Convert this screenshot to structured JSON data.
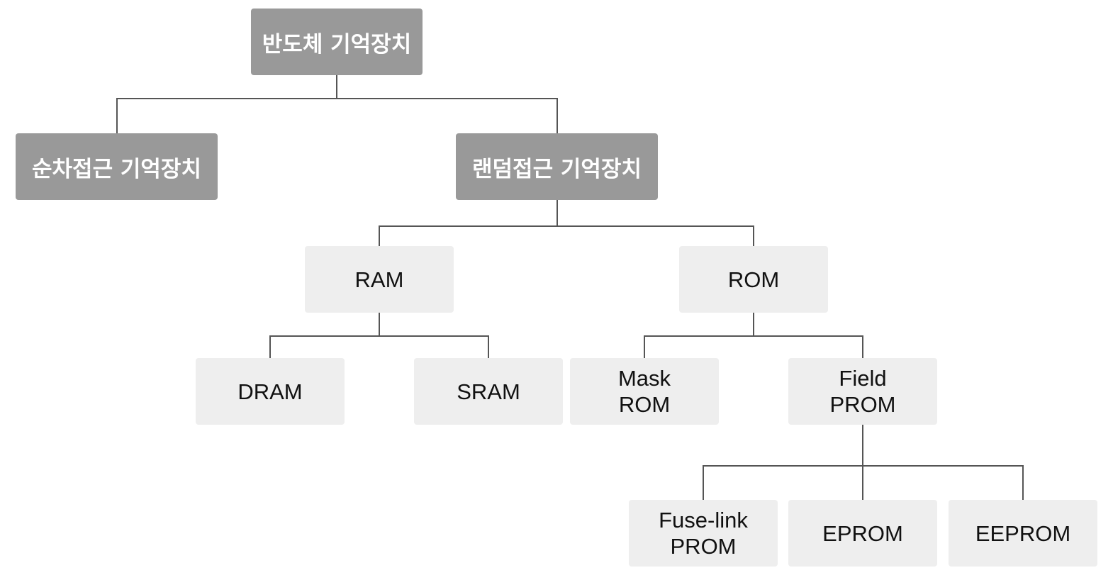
{
  "diagram": {
    "root": {
      "label": "반도체 기억장치"
    },
    "sequential": {
      "label": "순차접근 기억장치"
    },
    "random": {
      "label": "랜덤접근 기억장치"
    },
    "ram": {
      "label": "RAM"
    },
    "rom": {
      "label": "ROM"
    },
    "dram": {
      "label": "DRAM"
    },
    "sram": {
      "label": "SRAM"
    },
    "mask_rom": {
      "line1": "Mask",
      "line2": "ROM"
    },
    "field_prom": {
      "line1": "Field",
      "line2": "PROM"
    },
    "fuse_link_prom": {
      "line1": "Fuse-link",
      "line2": "PROM"
    },
    "eprom": {
      "label": "EPROM"
    },
    "eeprom": {
      "label": "EEPROM"
    }
  },
  "colors": {
    "dark_node": "#999999",
    "light_node": "#eeeeee",
    "connector": "#555555"
  }
}
